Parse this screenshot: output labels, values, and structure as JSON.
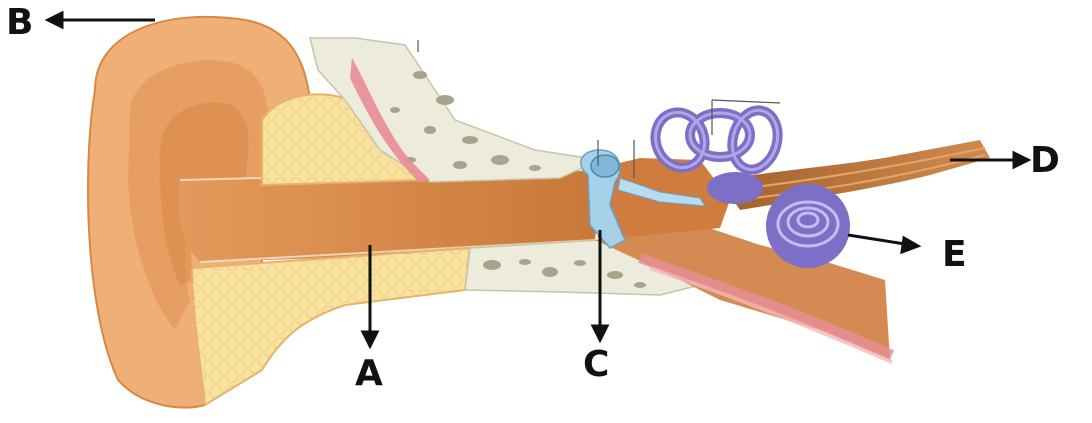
{
  "labels": {
    "a": "A",
    "b": "B",
    "c": "C",
    "d": "D",
    "e": "E"
  },
  "colors": {
    "skin": "#efb078",
    "skin_dark": "#d98745",
    "canal": "#d98a4c",
    "cartilage": "#f8e2a0",
    "bone": "#ecebdc",
    "bone_spots": "#a8a48c",
    "muscle": "#e88d95",
    "ossicles": "#a6d0e8",
    "inner_ear": "#7c6fc6",
    "nerve": "#c27a40",
    "arrow": "#111111"
  }
}
